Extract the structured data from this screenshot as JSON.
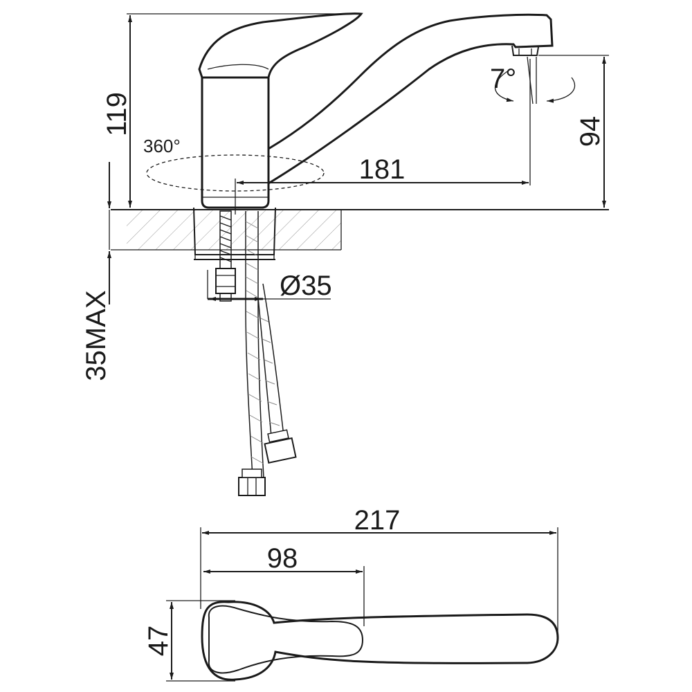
{
  "dimensions": {
    "total_height": "119",
    "spout_height": "94",
    "spout_reach": "181",
    "swivel_angle": "360°",
    "spout_angle": "7°",
    "hole_diameter": "Ø35",
    "max_counter_thickness": "35MAX",
    "total_length": "217",
    "handle_length": "98",
    "body_width": "47"
  },
  "colors": {
    "line": "#1a1a1a",
    "hatch": "#888888",
    "background": "#ffffff"
  }
}
